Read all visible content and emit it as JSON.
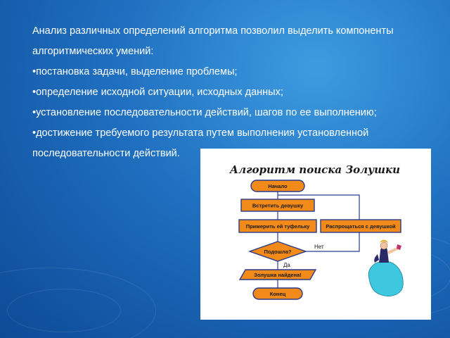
{
  "text": {
    "intro_line1": "Анализ различных определений алгоритма позволил выделить компоненты",
    "intro_line2": "алгоритмических умений:",
    "bullet1": "•постановка задачи, выделение проблемы;",
    "bullet2": "•определение исходной ситуации, исходных данных;",
    "bullet3": "•установление последовательности действий, шагов по ее выполнению;",
    "bullet4_line1": "•достижение требуемого результата путем выполнения установленной",
    "bullet4_line2": "последовательности действий."
  },
  "figure": {
    "title": "Алгоритм поиска Золушки",
    "start": "Начало",
    "step_meet": "Встретить девушку",
    "step_try": "Примерить ей туфельку",
    "step_farewell": "Распрощаться с девушкой",
    "decision": "Подошла?",
    "label_no": "Нет",
    "label_yes": "Да",
    "output": "Золушка найдена!",
    "end": "Конец"
  },
  "colors": {
    "background": "#1f6fc0",
    "shape_fill": "#f28a1a",
    "shape_stroke": "#2a3a8a",
    "text": "#ffffff"
  }
}
